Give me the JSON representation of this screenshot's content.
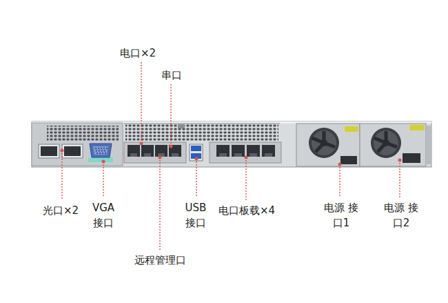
{
  "diagram": {
    "labels": [
      "电口×2",
      "串口",
      "光口×2",
      "VGA 接口",
      "USB 接口",
      "电口板载×4",
      "电源 接口1",
      "电源 接口2",
      "远程管理口"
    ]
  }
}
